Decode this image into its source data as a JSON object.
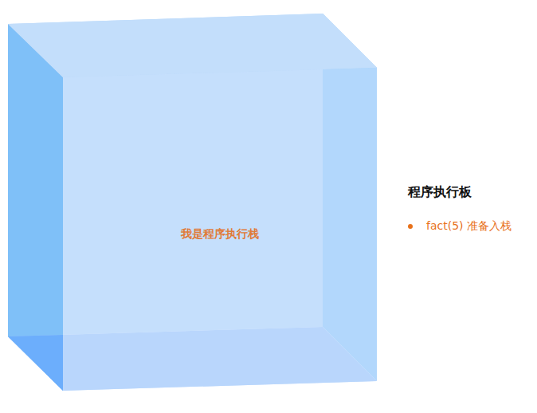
{
  "diagram": {
    "title": "程序执行板",
    "nodes": [
      {
        "text": [
          "我是程序执行栈"
        ]
      }
    ],
    "labels": [
      "fact(5) 准备入栈"
    ]
  }
}
